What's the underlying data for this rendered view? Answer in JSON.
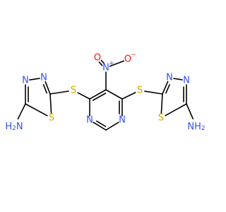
{
  "molecule": {
    "atoms": [
      {
        "key": "o_minus",
        "label": "O",
        "charge": "−",
        "color": "#ff0d0d"
      },
      {
        "key": "n_nitro",
        "label": "N",
        "charge": "+",
        "color": "#3050f8"
      },
      {
        "key": "o_nitro_dbl",
        "label": "O",
        "color": "#ff0d0d"
      },
      {
        "key": "s_link_left",
        "label": "S",
        "color": "#c8a800"
      },
      {
        "key": "s_link_right",
        "label": "S",
        "color": "#c8a800"
      },
      {
        "key": "n_pyr_left",
        "label": "N",
        "color": "#3050f8"
      },
      {
        "key": "n_pyr_right",
        "label": "N",
        "color": "#3050f8"
      },
      {
        "key": "n_td_left_top",
        "label": "N",
        "color": "#3050f8"
      },
      {
        "key": "n_td_left_bot",
        "label": "N",
        "color": "#3050f8"
      },
      {
        "key": "s_td_left",
        "label": "S",
        "color": "#c8a800"
      },
      {
        "key": "nh2_left",
        "label": "H2N",
        "color": "#3050f8"
      },
      {
        "key": "n_td_right_top",
        "label": "N",
        "color": "#3050f8"
      },
      {
        "key": "n_td_right_bot",
        "label": "N",
        "color": "#3050f8"
      },
      {
        "key": "s_td_right",
        "label": "S",
        "color": "#c8a800"
      },
      {
        "key": "nh2_right",
        "label": "NH2",
        "color": "#3050f8"
      }
    ]
  }
}
